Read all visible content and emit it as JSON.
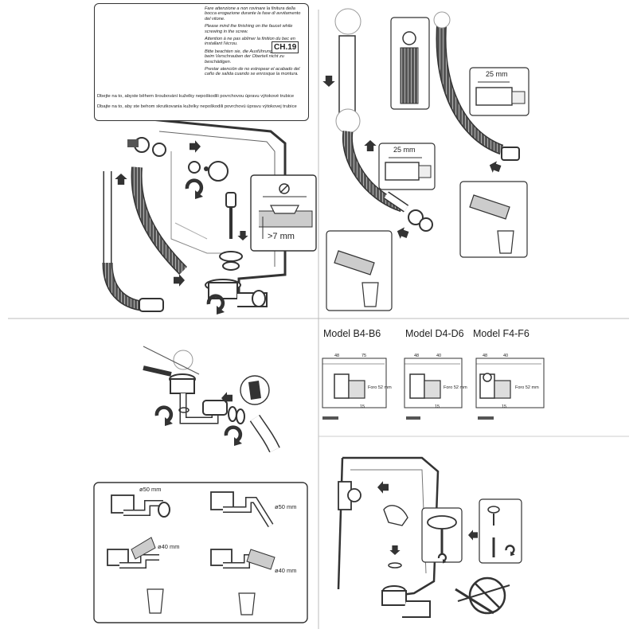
{
  "notice": {
    "wrench_label": "CH.19",
    "notes": [
      "Fare attenzione a non rovinare la finitura della bocca erogazione durante la fase di avvitamento del vitone.",
      "Please mind the finishing on the faucet while screwing in the screw.",
      "Attention à ne pas abîmer la finition du bec en installant l'écrou.",
      "Bitte beachten sie, die Ausführung des Einlaufs beim Verschrauben der Oberteil nicht zu beschädigen.",
      "Prestar atención de no estropear el acabado del caño de salida cuando se enrosque la montura."
    ],
    "czech_note": "Dbejte na to, abyste během šroubování kuželky nepoškodili povrchovou úpravu výtokové trubice",
    "slovak_note": "Dbajte na to, aby ste behom skrutkovania kuželky nepoškodili povrchovú úpravu výtokovej trubice"
  },
  "dimensions": {
    "gap_label": ">7 mm",
    "length_25_a": "25 mm",
    "length_25_b": "25 mm",
    "dia_50_a": "ø50 mm",
    "dia_50_b": "ø50 mm",
    "dia_40_a": "ø40 mm",
    "dia_40_b": "ø40 mm"
  },
  "models": [
    {
      "name": "Model B4-B6",
      "w1": "48",
      "w2": "75",
      "bore": "Foro 52 mm",
      "h": "15"
    },
    {
      "name": "Model D4-D6",
      "w1": "48",
      "w2": "40",
      "bore": "Foro 52 mm",
      "h": "15"
    },
    {
      "name": "Model F4-F6",
      "w1": "48",
      "w2": "40",
      "bore": "Foro 52 mm",
      "h": "15"
    }
  ]
}
